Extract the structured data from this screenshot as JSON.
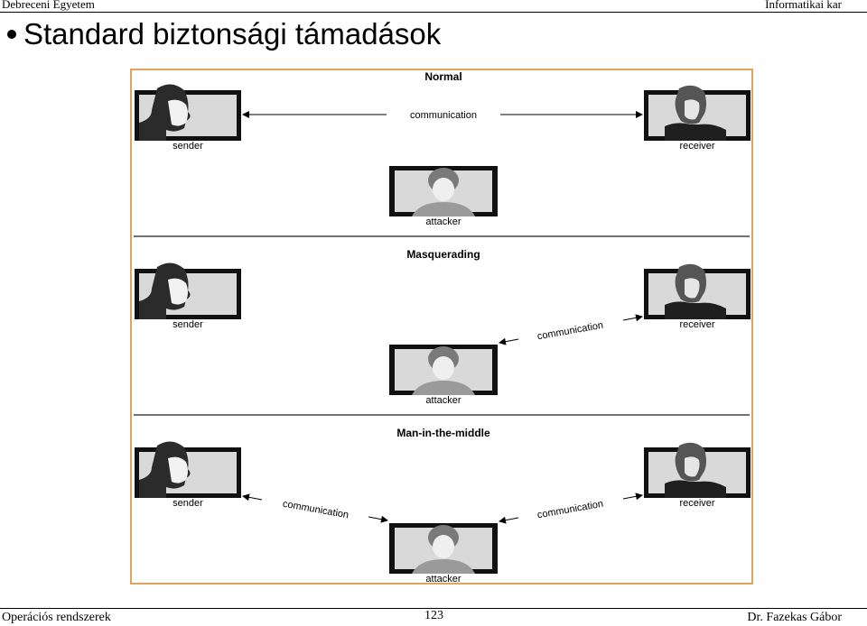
{
  "header": {
    "left": "Debreceni Egyetem",
    "right": "Informatikai  kar"
  },
  "slide": {
    "title": "Standard biztonsági támadások"
  },
  "diagram": {
    "panels": [
      {
        "title": "Normal",
        "sender": "sender",
        "receiver": "receiver",
        "attacker": "attacker",
        "links": [
          "communication"
        ]
      },
      {
        "title": "Masquerading",
        "sender": "sender",
        "receiver": "receiver",
        "attacker": "attacker",
        "links": [
          "communication"
        ]
      },
      {
        "title": "Man-in-the-middle",
        "sender": "sender",
        "receiver": "receiver",
        "attacker": "attacker",
        "links": [
          "communication",
          "communication"
        ]
      }
    ]
  },
  "footer": {
    "left": "Operációs rendszerek",
    "page": "123",
    "right": "Dr. Fazekas Gábor"
  },
  "colors": {
    "frame": "#e1a25a",
    "photo_bg": "#d9d9d9",
    "frame_dark": "#1a1a1a"
  }
}
